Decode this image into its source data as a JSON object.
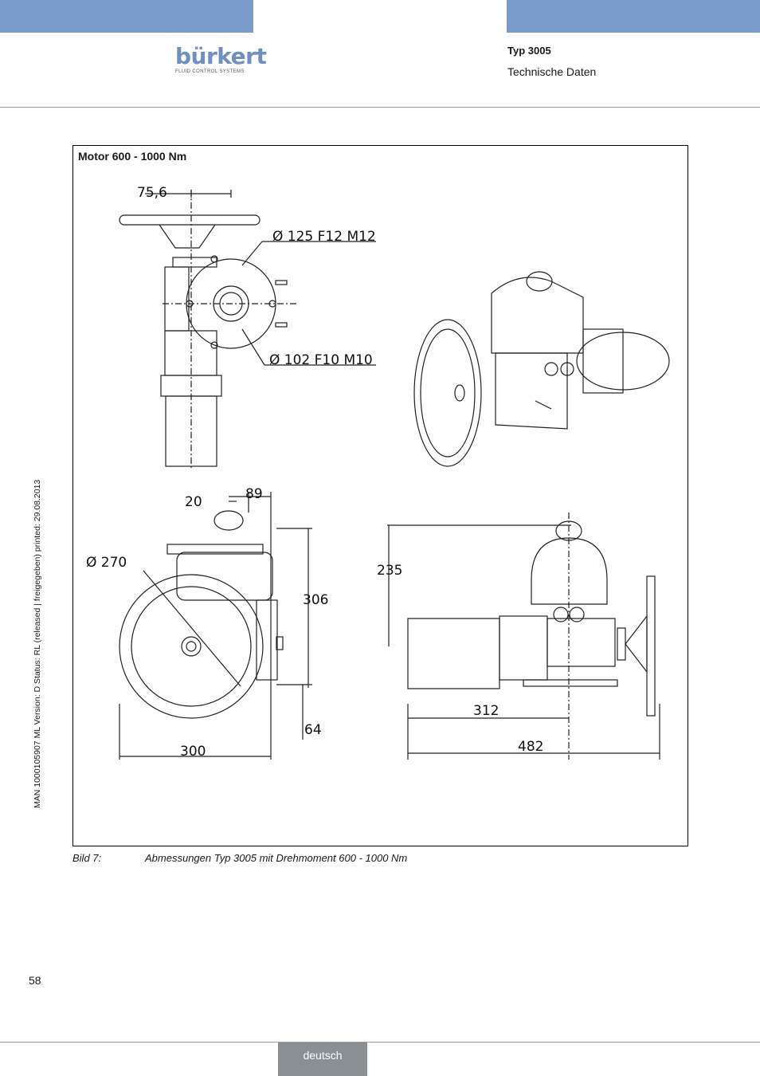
{
  "header": {
    "logo_text": "bürkert",
    "logo_tagline": "FLUID CONTROL SYSTEMS",
    "type": "Typ 3005",
    "subtitle": "Technische Daten"
  },
  "side_text": "MAN  1000105907  ML  Version: D  Status: RL (released | freigegeben)  printed: 29.08.2013",
  "figure": {
    "title": "Motor 600 - 1000 Nm",
    "dimensions": {
      "d_75_6": "75,6",
      "flange_125": "Ø 125 F12 M12",
      "flange_102": "Ø 102 F10 M10",
      "d_20": "20",
      "d_89": "89",
      "d_270": "Ø 270",
      "d_306": "306",
      "d_64": "64",
      "d_300": "300",
      "d_235": "235",
      "d_312": "312",
      "d_482": "482"
    }
  },
  "caption": {
    "label": "Bild 7:",
    "text": "Abmessungen Typ 3005 mit Drehmoment 600 - 1000 Nm"
  },
  "footer": {
    "page_number": "58",
    "language": "deutsch"
  },
  "colors": {
    "accent": "#7a9ccb",
    "tab": "#8a8f94"
  }
}
